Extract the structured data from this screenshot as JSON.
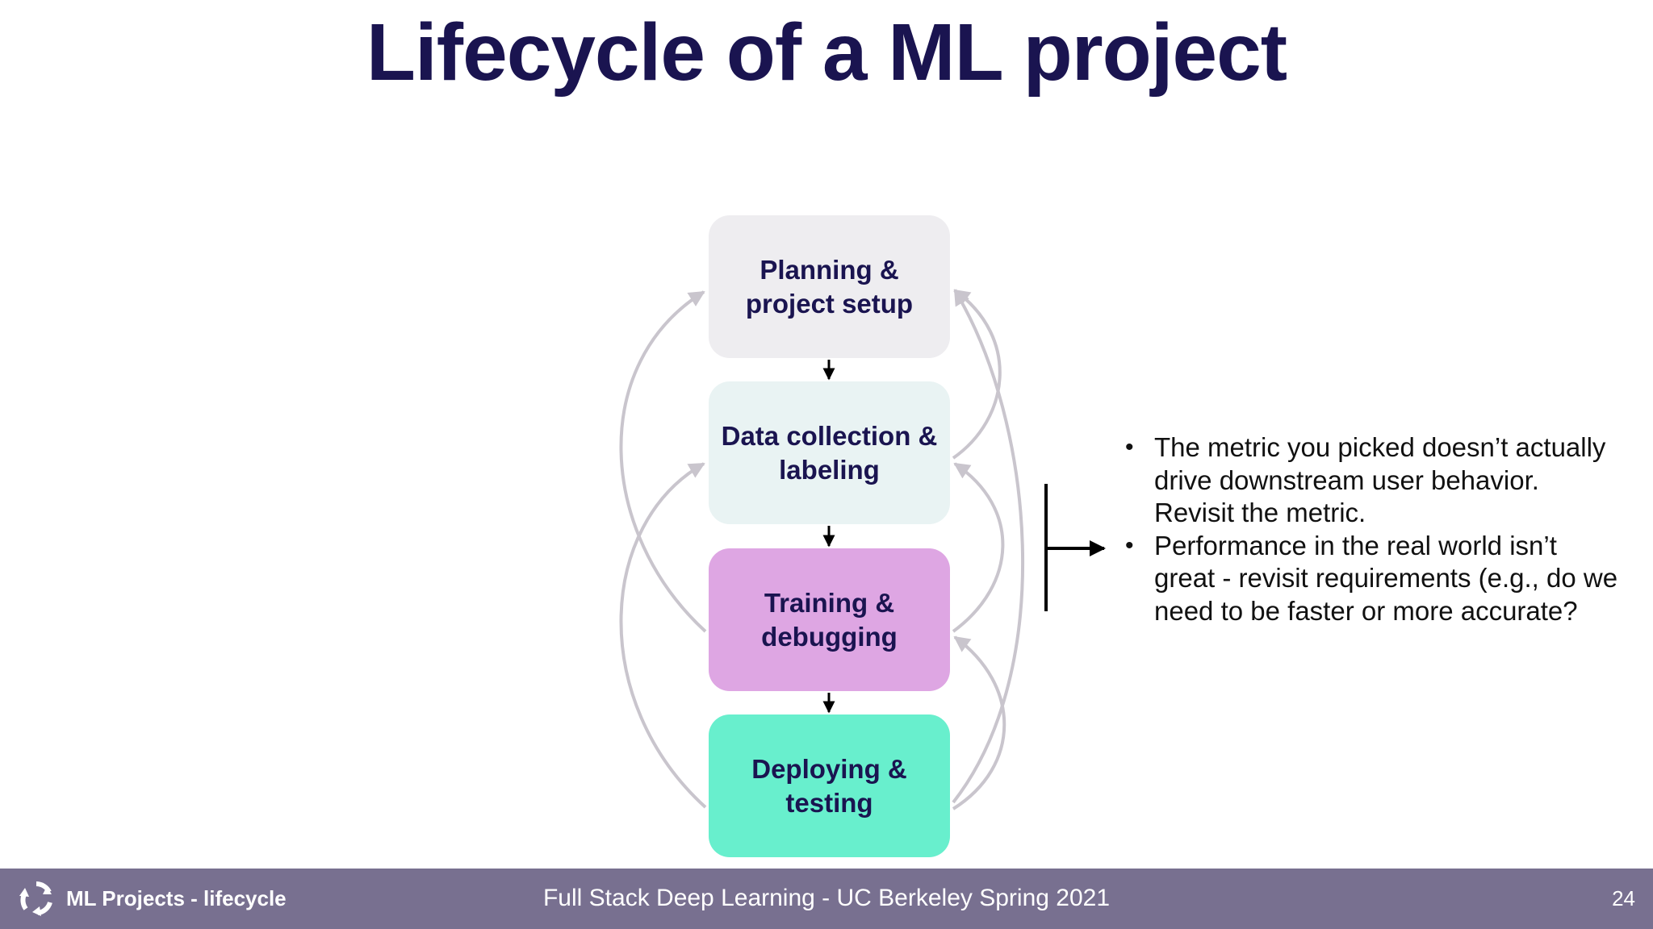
{
  "slide": {
    "title": "Lifecycle of a ML project"
  },
  "stages": [
    {
      "label": "Planning &\nproject setup",
      "color": "#eeedf0"
    },
    {
      "label": "Data collection &\nlabeling",
      "color": "#e9f3f3"
    },
    {
      "label": "Training &\ndebugging",
      "color": "#dea6e3"
    },
    {
      "label": "Deploying &\ntesting",
      "color": "#68efcd"
    }
  ],
  "notes": [
    "The metric you picked doesn’t actually drive downstream user behavior. Revisit the metric.",
    "Performance in the real world isn’t great - revisit requirements (e.g., do we need to be faster or more accurate?"
  ],
  "footer": {
    "logo_icon": "recycle-arrows-icon",
    "section": "ML Projects - lifecycle",
    "course": "Full Stack Deep Learning - UC Berkeley Spring 2021",
    "page_number": "24"
  },
  "colors": {
    "title": "#1a1450",
    "footer_bg": "#787090",
    "feedback_arrow": "#c9c5cd"
  }
}
